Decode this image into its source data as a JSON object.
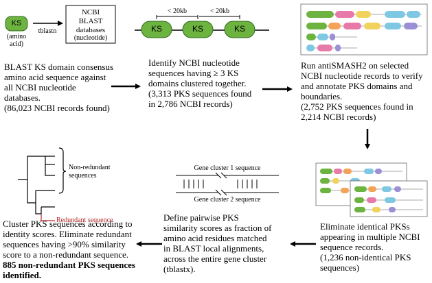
{
  "colors": {
    "ks_green": "#6db33f",
    "ks_green_dark": "#2f6b1e",
    "redundant_red": "#b22222",
    "domain_orange": "#f4a25a",
    "domain_yellow": "#f1d25c",
    "domain_blue": "#7ec8e3",
    "domain_purple": "#9b8fd6",
    "domain_pink": "#e77aa8"
  },
  "step1": {
    "ks_label": "KS",
    "amino_acid_label": "(amino\nacid)",
    "tblastn_label": "tblastn",
    "database_label": "NCBI\nBLAST\ndatabases",
    "nucleotide_label": "(nucleotide)",
    "text": "BLAST KS domain consensus\namino acid sequence against\nall NCBI nucleotide\ndatabases.\n(86,023 NCBI records found)"
  },
  "step2": {
    "ks1": "KS",
    "ks2": "KS",
    "ks3": "KS",
    "gap1": "< 20kb",
    "gap2": "< 20kb",
    "text": "Identify NCBI nucleotide\nsequences having ≥ 3 KS\ndomains clustered together.\n(3,313 PKS sequences found\nin 2,786 NCBI records)"
  },
  "step3": {
    "text": "Run antiSMASH2 on selected\nNCBI nucleotide records to verify\nand annotate PKS domains and\nboundaries.\n(2,752 PKS sequences found in\n2,214 NCBI records)"
  },
  "step4": {
    "text": "Eliminate identical PKSs\nappearing in multiple NCBI\nsequence records.\n(1,236 non-identical PKS\nsequences)"
  },
  "step5": {
    "cluster1_label": "Gene cluster 1 sequence",
    "cluster2_label": "Gene cluster 2 sequence",
    "text": "Define pairwise PKS\nsimilarity scores as fraction of\namino acid residues matched\nin BLAST local alignments,\nacross the entire gene cluster\n(tblastx)."
  },
  "step6": {
    "nonredundant_label": "Non-redundant\nsequences",
    "redundant_label": "Redundant sequence",
    "text": "Cluster PKS sequences according to\nidentity scores. Eliminate redundant\nsequences having >90% similarity\nscore to a non-redundant sequence.",
    "bold_text": "885 non-redundant PKS sequences\nidentified."
  }
}
